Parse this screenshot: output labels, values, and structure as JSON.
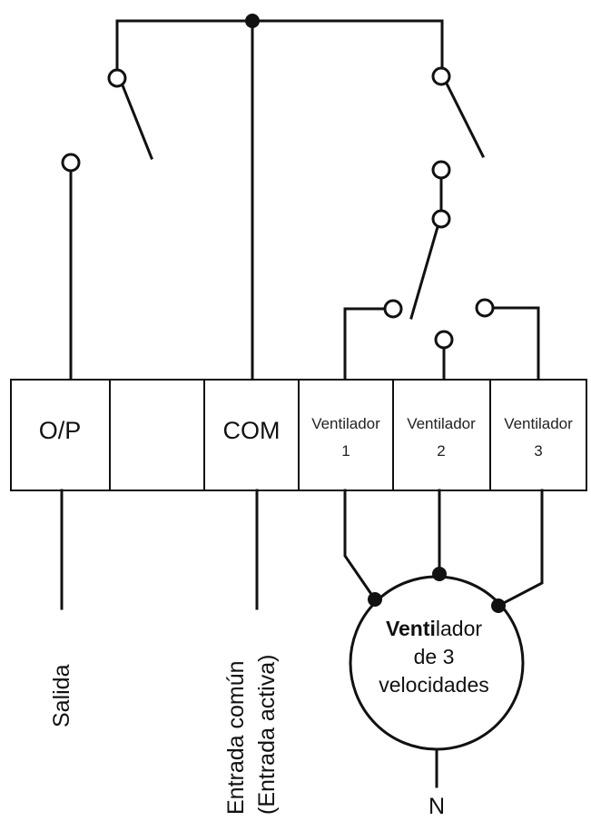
{
  "terminals": {
    "op": "O/P",
    "empty": "",
    "com": "COM",
    "fan1": {
      "line1": "Ventilador",
      "line2": "1"
    },
    "fan2": {
      "line1": "Ventilador",
      "line2": "2"
    },
    "fan3": {
      "line1": "Ventilador",
      "line2": "3"
    }
  },
  "motor": {
    "line1_bold": "Venti",
    "line1_rest": "lador",
    "line2": "de 3",
    "line3": "velocidades"
  },
  "labels": {
    "output": "Salida",
    "common_line1": "Entrada común",
    "common_line2": "(Entrada activa)",
    "neutral": "N"
  }
}
